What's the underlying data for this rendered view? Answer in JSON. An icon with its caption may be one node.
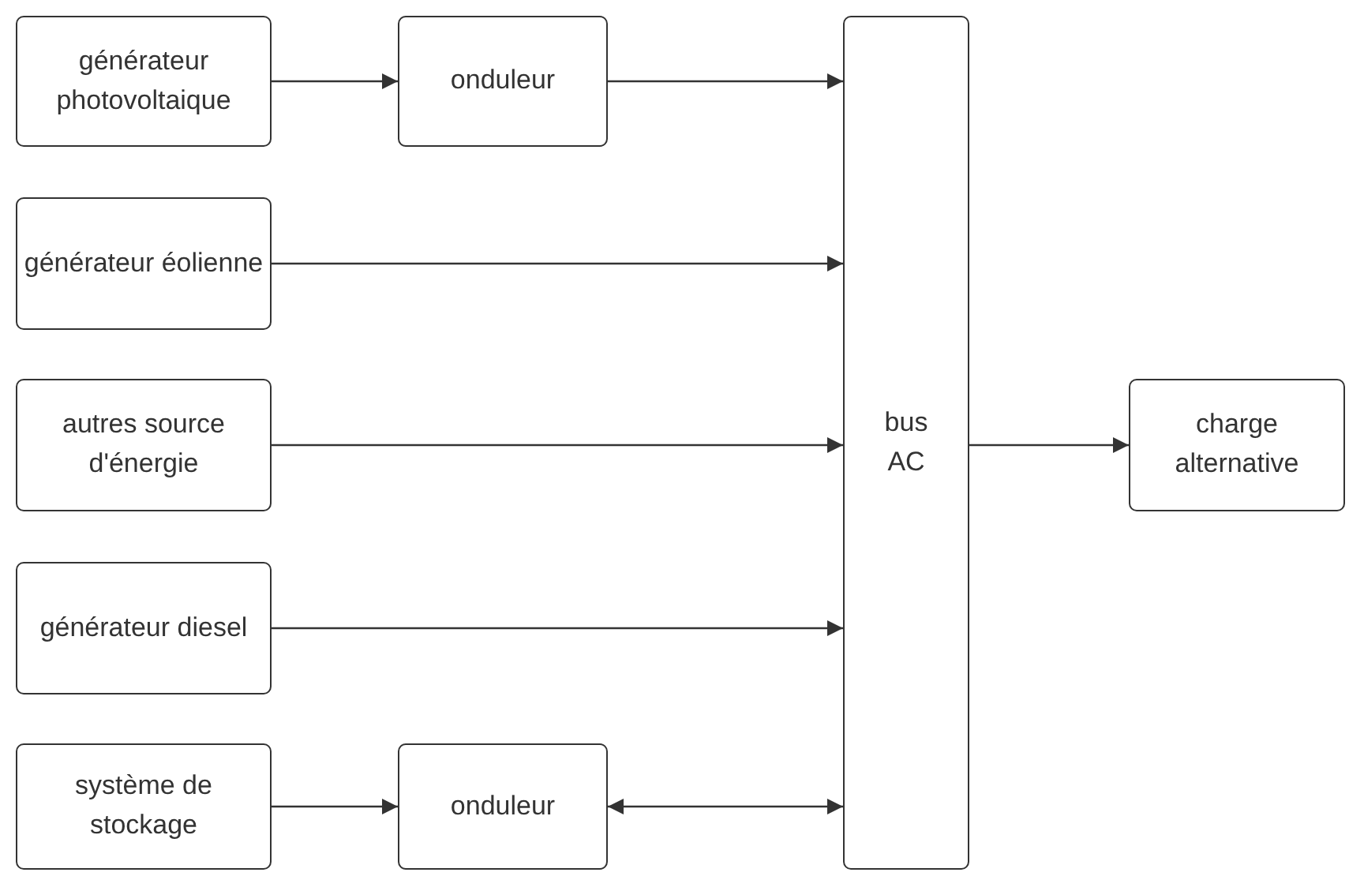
{
  "diagram": {
    "nodes": [
      {
        "text": [
          "générateur photovoltaique"
        ]
      },
      {
        "text": [
          "onduleur"
        ]
      },
      {
        "text": [
          "générateur éolienne"
        ]
      },
      {
        "text": [
          "autres source d'énergie"
        ]
      },
      {
        "text": [
          "générateur diesel"
        ]
      },
      {
        "text": [
          "système de stockage"
        ]
      },
      {
        "text": [
          "onduleur"
        ]
      },
      {
        "text": [
          "bus AC"
        ]
      },
      {
        "text": [
          "charge alternative"
        ]
      }
    ],
    "edges": [
      {
        "from": 0,
        "to": 1,
        "arrow": "to"
      },
      {
        "from": 1,
        "to": 7,
        "arrow": "to"
      },
      {
        "from": 2,
        "to": 7,
        "arrow": "to"
      },
      {
        "from": 3,
        "to": 7,
        "arrow": "to"
      },
      {
        "from": 4,
        "to": 7,
        "arrow": "to"
      },
      {
        "from": 5,
        "to": 6,
        "arrow": "to"
      },
      {
        "from": 6,
        "to": 7,
        "arrow": "both"
      },
      {
        "from": 7,
        "to": 8,
        "arrow": "to"
      }
    ]
  }
}
